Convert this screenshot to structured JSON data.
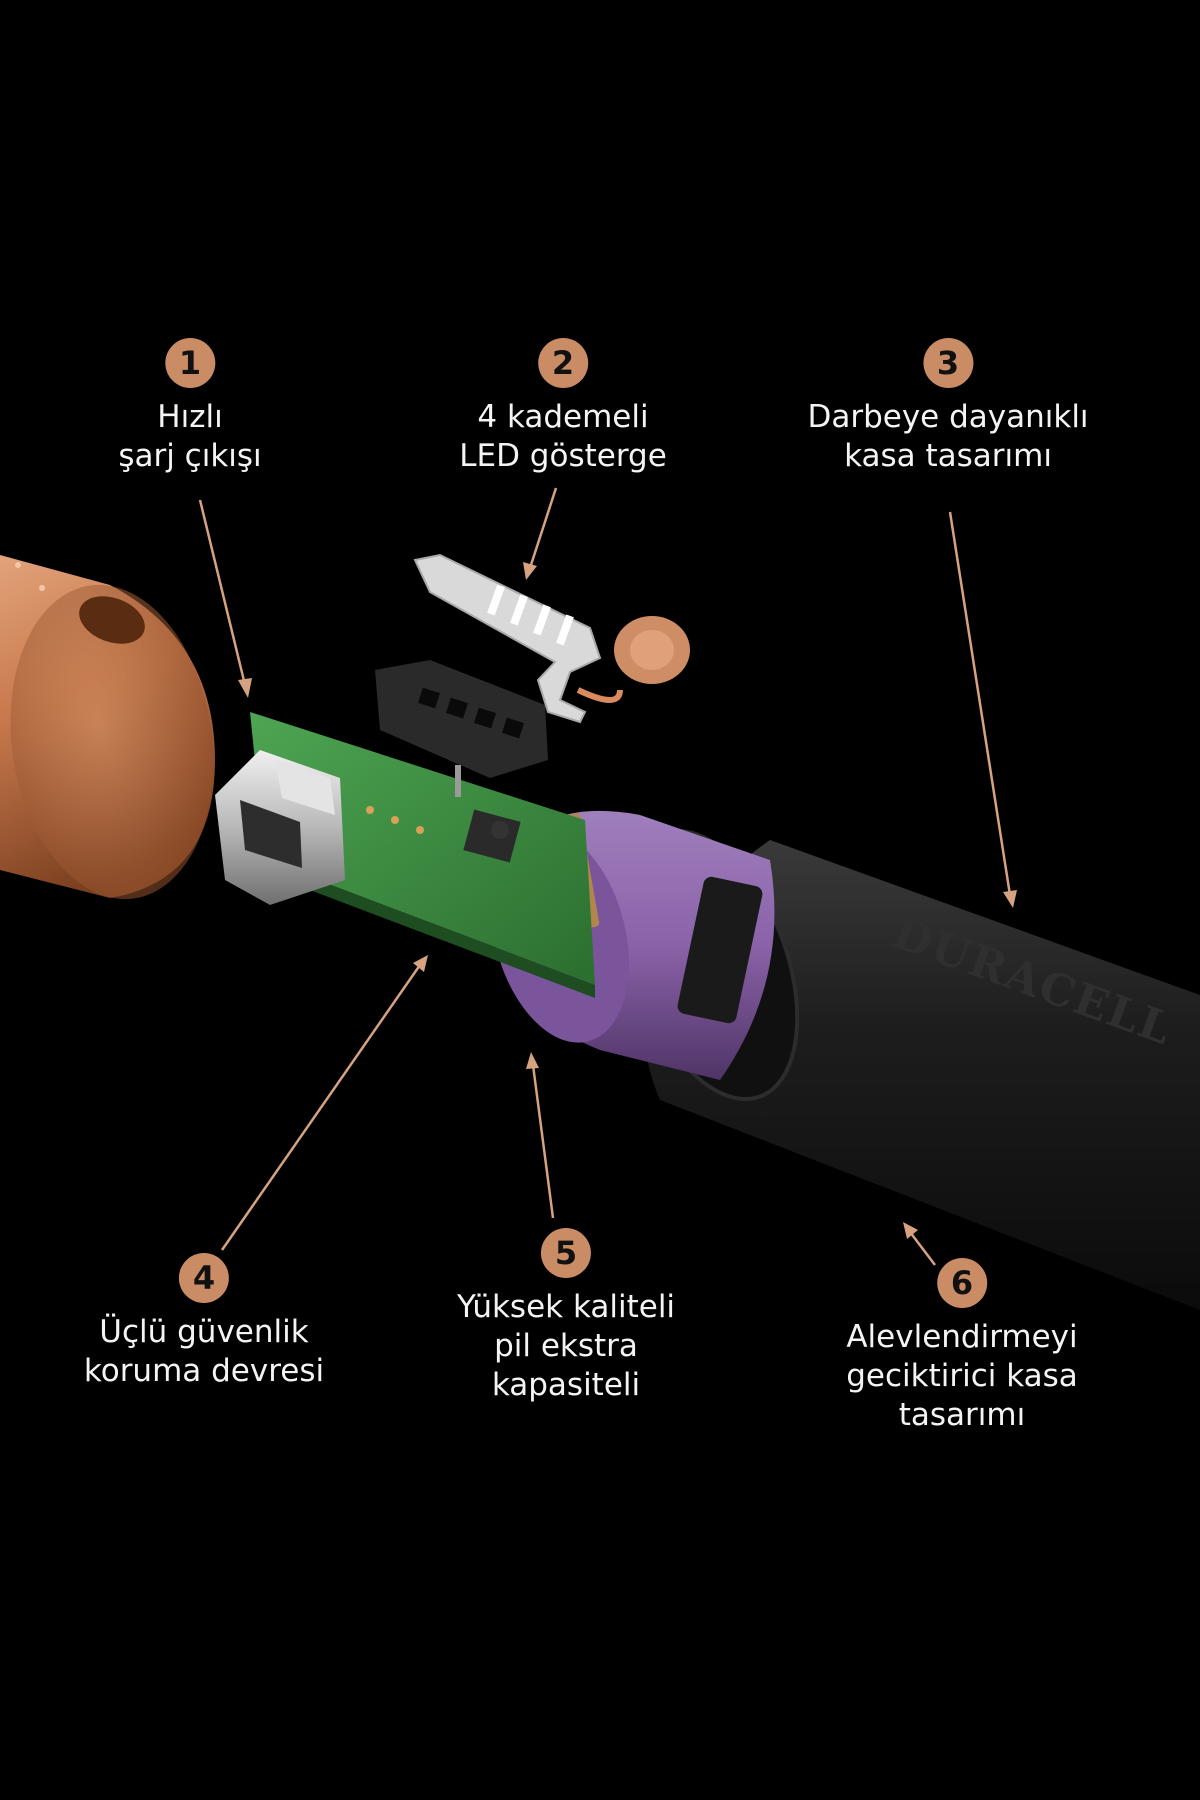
{
  "colors": {
    "background": "#000000",
    "accent": "#c98c65",
    "copper": "#c7784c",
    "pcb": "#3a8a3e",
    "battery_sleeve": "#8a62a8",
    "casing": "#161616"
  },
  "product": {
    "brand_emboss": "DURACELL"
  },
  "callouts": [
    {
      "number": "1",
      "lines": [
        "Hızlı",
        "şarj çıkışı"
      ]
    },
    {
      "number": "2",
      "lines": [
        "4 kademeli",
        "LED gösterge"
      ]
    },
    {
      "number": "3",
      "lines": [
        "Darbeye dayanıklı",
        "kasa tasarımı"
      ]
    },
    {
      "number": "4",
      "lines": [
        "Üçlü güvenlik",
        "koruma devresi"
      ]
    },
    {
      "number": "5",
      "lines": [
        "Yüksek kaliteli",
        "pil ekstra",
        "kapasiteli"
      ]
    },
    {
      "number": "6",
      "lines": [
        "Alevlendirmeyi",
        "geciktirici kasa",
        "tasarımı"
      ]
    }
  ]
}
